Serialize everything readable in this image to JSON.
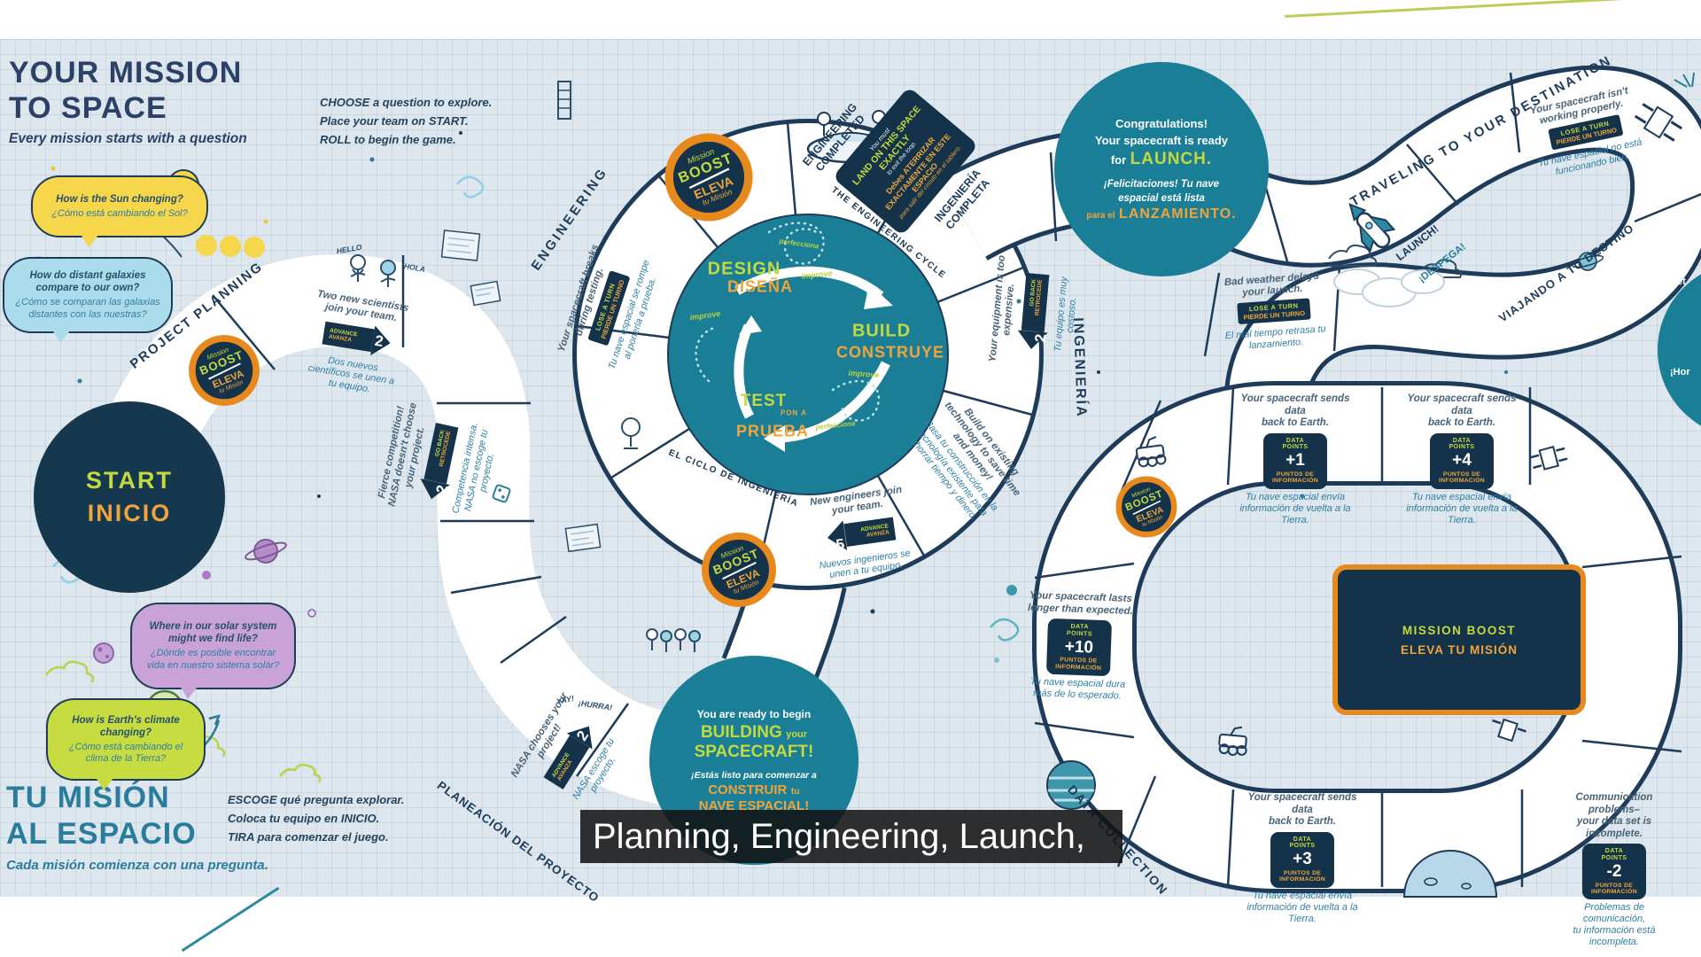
{
  "caption": "Planning, Engineering, Launch,",
  "title_en": {
    "line1": "YOUR MISSION",
    "line2": "TO SPACE",
    "subtitle": "Every mission starts with a question"
  },
  "title_es": {
    "line1": "TU MISIÓN",
    "line2": "AL ESPACIO",
    "subtitle": "Cada misión comienza con una pregunta."
  },
  "instructions_en": [
    "CHOOSE a question to explore.",
    "Place your team on START.",
    "ROLL to begin the game."
  ],
  "instructions_es": [
    "ESCOGE qué pregunta explorar.",
    "Coloca tu equipo en INICIO.",
    "TIRA para comenzar el juego."
  ],
  "start": {
    "en": "START",
    "es": "INICIO"
  },
  "bubbles": [
    {
      "en": "How is the Sun changing?",
      "es": "¿Cómo está cambiando el Sol?",
      "color": "#f6d64a"
    },
    {
      "en": "How do distant galaxies compare to our own?",
      "es": "¿Cómo se comparan las galaxias distantes con las nuestras?",
      "color": "#aadcec"
    },
    {
      "en": "Where in our solar system might we find life?",
      "es": "¿Dónde es posible encontrar vida en nuestro sistema solar?",
      "color": "#c9a2d8"
    },
    {
      "en": "How is Earth's climate changing?",
      "es": "¿Cómo está cambiando el clima de la Tierra?",
      "color": "#c6dc40"
    }
  ],
  "track_labels": {
    "project_planning": "PROJECT PLANNING",
    "planeacion": "PLANEACIÓN DEL PROYECTO",
    "engineering": "ENGINEERING",
    "ingenieria": "INGENIERÍA",
    "engineering_completed": "ENGINEERING COMPLETED",
    "ingenieria_completa": "INGENIERÍA COMPLETA",
    "traveling": "TRAVELING TO YOUR DESTINATION",
    "viajando": "VIAJANDO A TU DESTINO",
    "data_collection": "DATA COLLECTION",
    "launch": "LAUNCH!",
    "despega": "¡DESPEGA!",
    "cycle_en": "THE ENGINEERING CYCLE",
    "cycle_es": "EL CICLO DE INGENIERÍA"
  },
  "engineering_cycle": {
    "design_en": "DESIGN",
    "design_es": "DISEÑA",
    "build_en": "BUILD",
    "build_es": "CONSTRUYE",
    "test_en": "TEST",
    "test_mid": "PON A",
    "test_es": "PRUEBA",
    "improve_en": "improve",
    "improve_es": "perfecciona"
  },
  "boost_circle": {
    "en_small": "Mission",
    "en_big": "BOOST",
    "es_big": "ELEVA",
    "es_small": "tu Misión"
  },
  "boost_card": {
    "line1": "MISSION BOOST",
    "line2": "ELEVA TU MISIÓN"
  },
  "building_circle": {
    "en1": "You are ready to begin",
    "en2": "BUILDING",
    "en3": "your",
    "en4": "SPACECRAFT!",
    "es1": "¡Estás listo para comenzar a",
    "es2": "CONSTRUIR",
    "es3": "tu",
    "es4": "NAVE ESPACIAL!"
  },
  "launch_circle": {
    "en1": "Congratulations!",
    "en2": "Your spacecraft is ready",
    "en3": "for",
    "en3b": "LAUNCH.",
    "es1": "¡Felicitaciones! Tu nave",
    "es2": "espacial está lista",
    "es3": "para el",
    "es3b": "LANZAMIENTO."
  },
  "spaces": {
    "two_scientists": {
      "en": "Two new scientists join your team.",
      "es": "Dos nuevos científicos se unen a tu equipo.",
      "badge": {
        "en": "ADVANCE",
        "es": "AVANZA",
        "value": "2"
      }
    },
    "fierce_competition": {
      "en": "Fierce competition! NASA doesn't choose your project.",
      "es": "Competencia intensa. NASA no escoge tu proyecto.",
      "badge": {
        "en": "GO BACK",
        "es": "RETROCEDE",
        "value": "2"
      }
    },
    "nasa_chooses": {
      "en": "NASA chooses your project!",
      "es": "NASA escoge tu proyecto.",
      "cheer_en": "YAY!",
      "cheer_es": "¡HURRA!",
      "badge": {
        "en": "ADVANCE",
        "es": "AVANZA",
        "value": "2"
      }
    },
    "spacecraft_breaks": {
      "en": "Your spacecraft breaks during testing.",
      "es": "Tu nave espacial se rompe al ponerla a prueba.",
      "badge": {
        "en": "LOSE A TURN",
        "es": "PIERDE UN TURNO"
      }
    },
    "equipment_expensive": {
      "en": "Your equipment is too expensive.",
      "es": "Tu equipo es muy costoso.",
      "badge": {
        "en": "GO BACK",
        "es": "RETROCEDE",
        "value": "2"
      }
    },
    "existing_technology": {
      "en": "Build on existing technology to save time and money!",
      "es": "Basa tu construcción en la tecnología existente para ahorrar tiempo y dinero."
    },
    "new_engineers": {
      "en": "New engineers join your team.",
      "es": "Nuevos ingenieros se unen a tu equipo.",
      "badge": {
        "en": "ADVANCE",
        "es": "AVANZA",
        "value": "5"
      }
    },
    "bad_weather": {
      "en": "Bad weather delays your launch.",
      "es": "El mal tiempo retrasa tu lanzamiento.",
      "badge": {
        "en": "LOSE A TURN",
        "es": "PIERDE UN TURNO"
      }
    },
    "not_working": {
      "en": "Your spacecraft isn't working properly.",
      "es": "Tu nave espacial no está funcionando bien.",
      "badge": {
        "en": "LOSE A TURN",
        "es": "PIERDE UN TURNO"
      }
    }
  },
  "land_exactly": {
    "en_pre": "You must",
    "en_big": "LAND ON THIS SPACE EXACTLY",
    "en_post": "to exit the loop.",
    "es_big": "Debes ATERRIZAR EXACTAMENTE EN ESTE ESPACIO",
    "es_post": "para salir del círculo en el tablero."
  },
  "data_spaces": [
    {
      "en1": "Your spacecraft sends data",
      "en2": "back to Earth.",
      "value": "+1",
      "es1": "Tu nave espacial envía",
      "es2": "información de vuelta a la Tierra."
    },
    {
      "en1": "Your spacecraft sends data",
      "en2": "back to Earth.",
      "value": "+4",
      "es1": "Tu nave espacial envía",
      "es2": "información de vuelta a la Tierra."
    },
    {
      "en1": "Your spacecraft lasts",
      "en2": "longer than expected.",
      "value": "+10",
      "es1": "Tu nave espacial dura",
      "es2": "más de lo esperado."
    },
    {
      "en1": "Your spacecraft sends data",
      "en2": "back to Earth.",
      "value": "+3",
      "es1": "Tu nave espacial envía",
      "es2": "información de vuelta a la Tierra."
    },
    {
      "en1": "Communication problems–",
      "en2": "your data set is incomplete.",
      "value": "-2",
      "es1": "Problemas de comunicación,",
      "es2": "tu información está incompleta."
    }
  ],
  "data_badge": {
    "top1": "DATA",
    "top2": "POINTS",
    "bottom1": "PUNTOS DE",
    "bottom2": "INFORMACIÓN"
  },
  "doodle_text": {
    "hello": "HELLO",
    "hola": "HOLA"
  },
  "edge_fragments": {
    "line1": "et",
    "line2": "¡Hor"
  },
  "colors": {
    "navy": "#1e3c59",
    "dark_navy": "#14334a",
    "teal": "#1a7f96",
    "orange": "#e8891d",
    "lime": "#c3d940",
    "orange_text": "#f0a43c",
    "board_bg": "#dde7ed",
    "track": "#ffffff",
    "title_navy": "#2b4168",
    "title_teal": "#2a7c9c"
  }
}
